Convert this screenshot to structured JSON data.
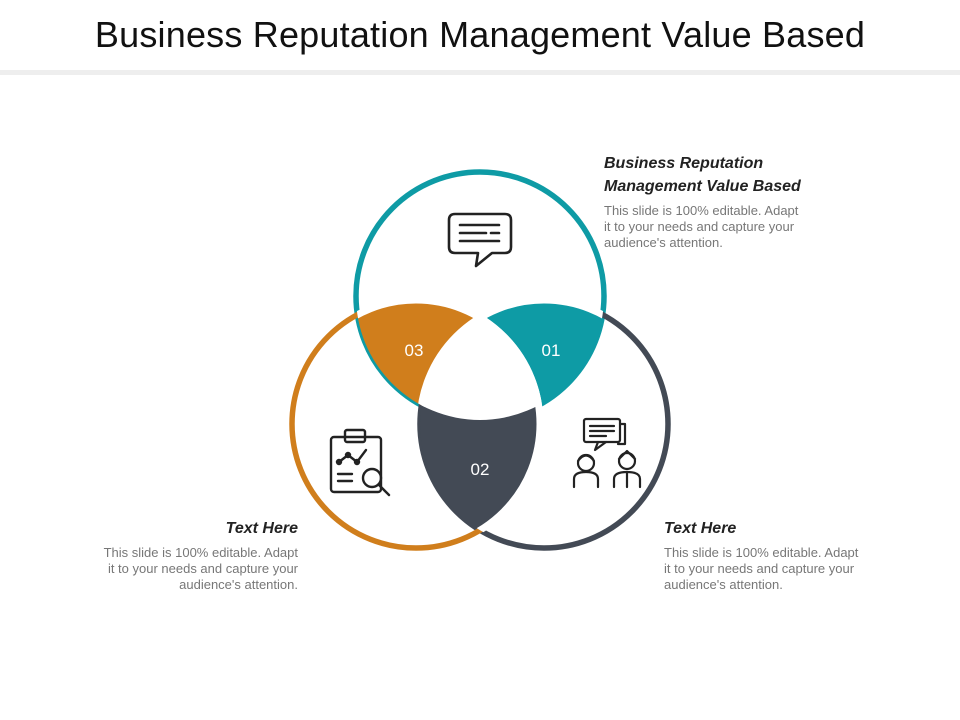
{
  "title": "Business Reputation Management Value Based",
  "colors": {
    "teal": "#0E9BA5",
    "orange": "#D07E1C",
    "slate": "#434A55"
  },
  "segments": [
    {
      "number": "01",
      "color": "#0E9BA5"
    },
    {
      "number": "02",
      "color": "#434A55"
    },
    {
      "number": "03",
      "color": "#D07E1C"
    }
  ],
  "blocks": {
    "top": {
      "heading_line1": "Business Reputation",
      "heading_line2": "Management Value Based",
      "body_line1": "This slide is 100% editable. Adapt",
      "body_line2": "it to your needs and capture your",
      "body_line3": "audience's attention."
    },
    "left": {
      "heading": "Text Here",
      "body_line1": "This slide is 100% editable. Adapt",
      "body_line2": "it to your needs and capture your",
      "body_line3": "audience's attention."
    },
    "right": {
      "heading": "Text Here",
      "body_line1": "This slide is 100% editable. Adapt",
      "body_line2": "it to your needs and capture your",
      "body_line3": "audience's attention."
    }
  },
  "icons": [
    "chat-message-icon",
    "clipboard-analysis-icon",
    "team-conversation-icon"
  ]
}
